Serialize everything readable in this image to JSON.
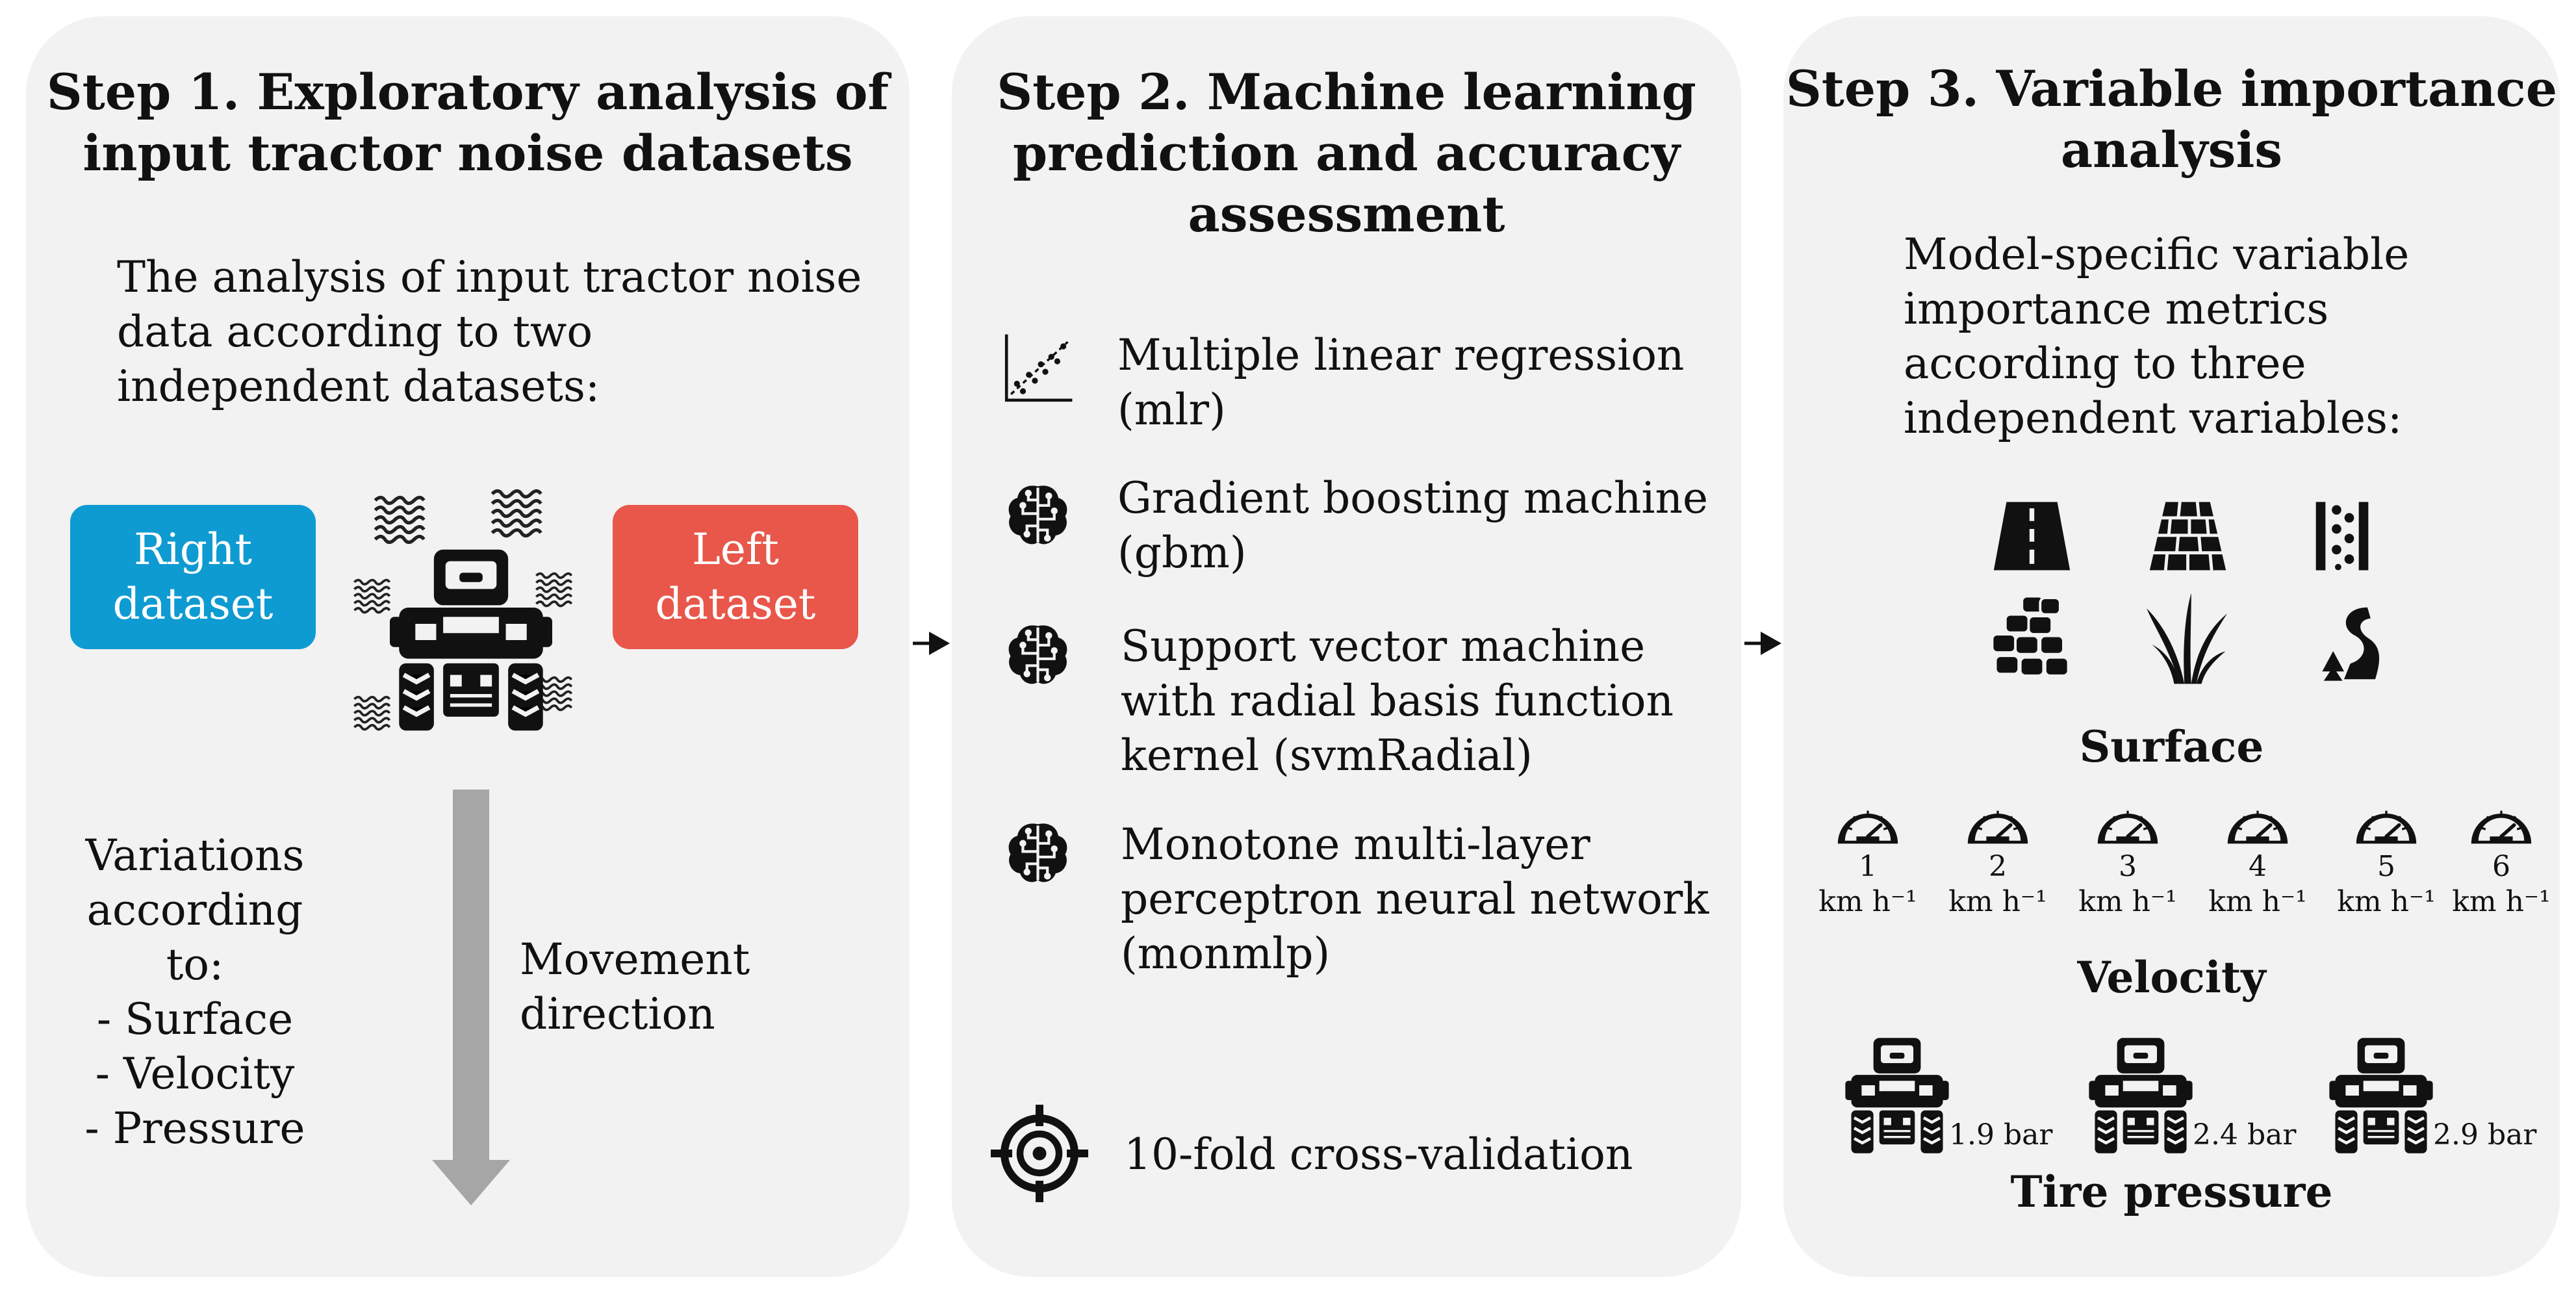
{
  "step1": {
    "title_l1": "Step 1. Exploratory analysis of",
    "title_l2": "input tractor noise datasets",
    "desc_l1": "The analysis of input tractor noise",
    "desc_l2": "data according to two",
    "desc_l3": "independent datasets:",
    "right_l1": "Right",
    "right_l2": "dataset",
    "left_l1": "Left",
    "left_l2": "dataset",
    "variations_l1": "Variations",
    "variations_l2": "according to:",
    "variations_items": [
      "- Surface",
      "- Velocity",
      "- Pressure"
    ],
    "movement_l1": "Movement",
    "movement_l2": "direction",
    "colors": {
      "right": "#0e9bd1",
      "left": "#e8574a",
      "arrow": "#a6a6a6"
    }
  },
  "step2": {
    "title_l1": "Step 2. Machine learning",
    "title_l2": "prediction and accuracy",
    "title_l3": "assessment",
    "models": [
      {
        "icon": "scatter-plot-icon",
        "lines": [
          "Multiple linear regression",
          "(mlr)"
        ]
      },
      {
        "icon": "brain-circuit-icon",
        "lines": [
          "Gradient boosting machine",
          "(gbm)"
        ]
      },
      {
        "icon": "brain-circuit-icon",
        "lines": [
          "Support vector machine",
          "with radial basis function",
          "kernel (svmRadial)"
        ]
      },
      {
        "icon": "brain-circuit-icon",
        "lines": [
          "Monotone multi-layer",
          "perceptron neural network",
          "(monmlp)"
        ]
      }
    ],
    "cv_label": "10-fold cross-validation"
  },
  "step3": {
    "title_l1": "Step 3. Variable importance",
    "title_l2": "analysis",
    "desc_l1": "Model-specific variable",
    "desc_l2": "importance metrics",
    "desc_l3": "according to three",
    "desc_l4": "independent variables:",
    "surface_label": "Surface",
    "velocity_label": "Velocity",
    "velocity_unit": "km h⁻¹",
    "velocities": [
      "1",
      "2",
      "3",
      "4",
      "5",
      "6"
    ],
    "pressure_label": "Tire pressure",
    "pressures": [
      "1.9 bar",
      "2.4 bar",
      "2.9 bar"
    ]
  }
}
